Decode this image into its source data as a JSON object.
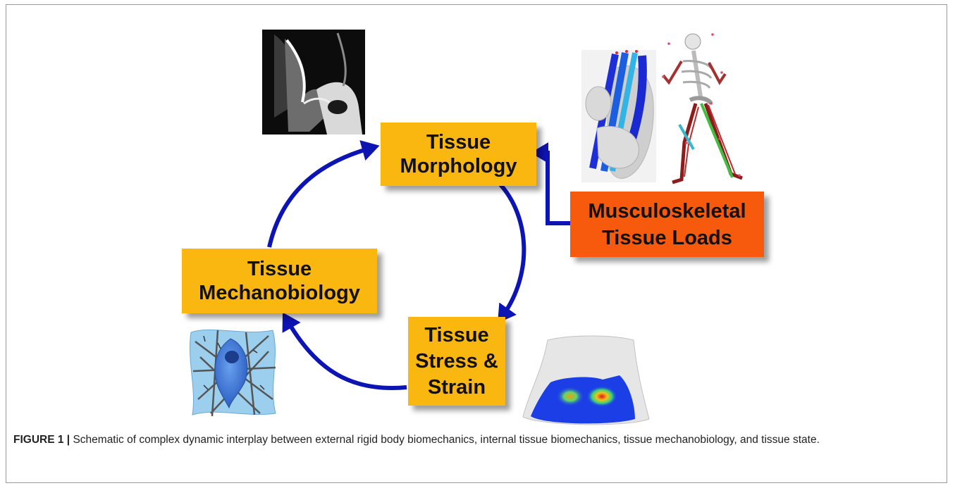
{
  "nodes": {
    "tissue_morphology": "Tissue\nMorphology",
    "musculoskeletal_loads": "Musculoskeletal\nTissue Loads",
    "tissue_mechanobiology": "Tissue\nMechanobiology",
    "tissue_stress_strain": "Tissue\nStress &\nStrain"
  },
  "caption": {
    "label": "FIGURE 1 |",
    "text": " Schematic of complex dynamic interplay between external rigid body biomechanics, internal tissue biomechanics, tissue mechanobiology, and tissue state."
  },
  "colors": {
    "node_yellow": "#f9b70f",
    "node_orange": "#f75a0d",
    "arrow_blue": "#0d14b4"
  },
  "images": {
    "mri": "knee-mri-image",
    "knee_model": "knee-muscle-model-image",
    "skeleton": "skeleton-gait-model-image",
    "contact_map": "cartilage-stress-map-image",
    "cell": "cell-matrix-image"
  }
}
